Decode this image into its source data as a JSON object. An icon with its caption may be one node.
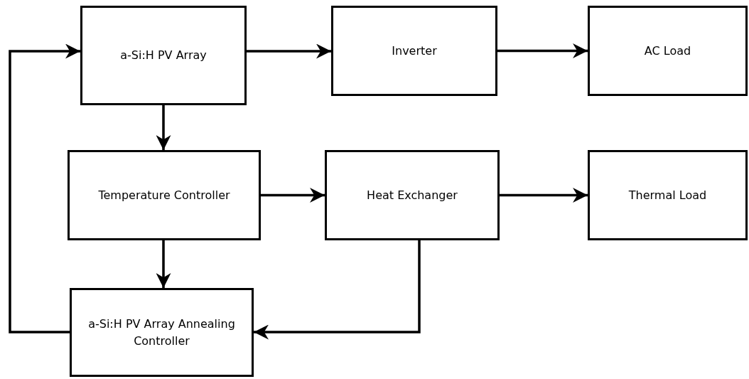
{
  "diagram": {
    "nodes": [
      {
        "text": [
          "a-Si:H PV Array"
        ]
      },
      {
        "text": [
          "Inverter"
        ]
      },
      {
        "text": [
          "AC Load"
        ]
      },
      {
        "text": [
          "Temperature Controller"
        ]
      },
      {
        "text": [
          "Heat Exchanger"
        ]
      },
      {
        "text": [
          "Thermal Load"
        ]
      },
      {
        "text": [
          "a-Si:H PV Array Annealing Controller"
        ]
      }
    ],
    "edges": [
      {
        "from": 0,
        "to": 1,
        "arrow": "to"
      },
      {
        "from": 1,
        "to": 2,
        "arrow": "to"
      },
      {
        "from": 0,
        "to": 3,
        "arrow": "to"
      },
      {
        "from": 3,
        "to": 4,
        "arrow": "to"
      },
      {
        "from": 4,
        "to": 5,
        "arrow": "to"
      },
      {
        "from": 3,
        "to": 6,
        "arrow": "to"
      },
      {
        "from": 4,
        "to": 6,
        "arrow": "to"
      },
      {
        "from": 6,
        "to": 0,
        "arrow": "to"
      }
    ]
  }
}
